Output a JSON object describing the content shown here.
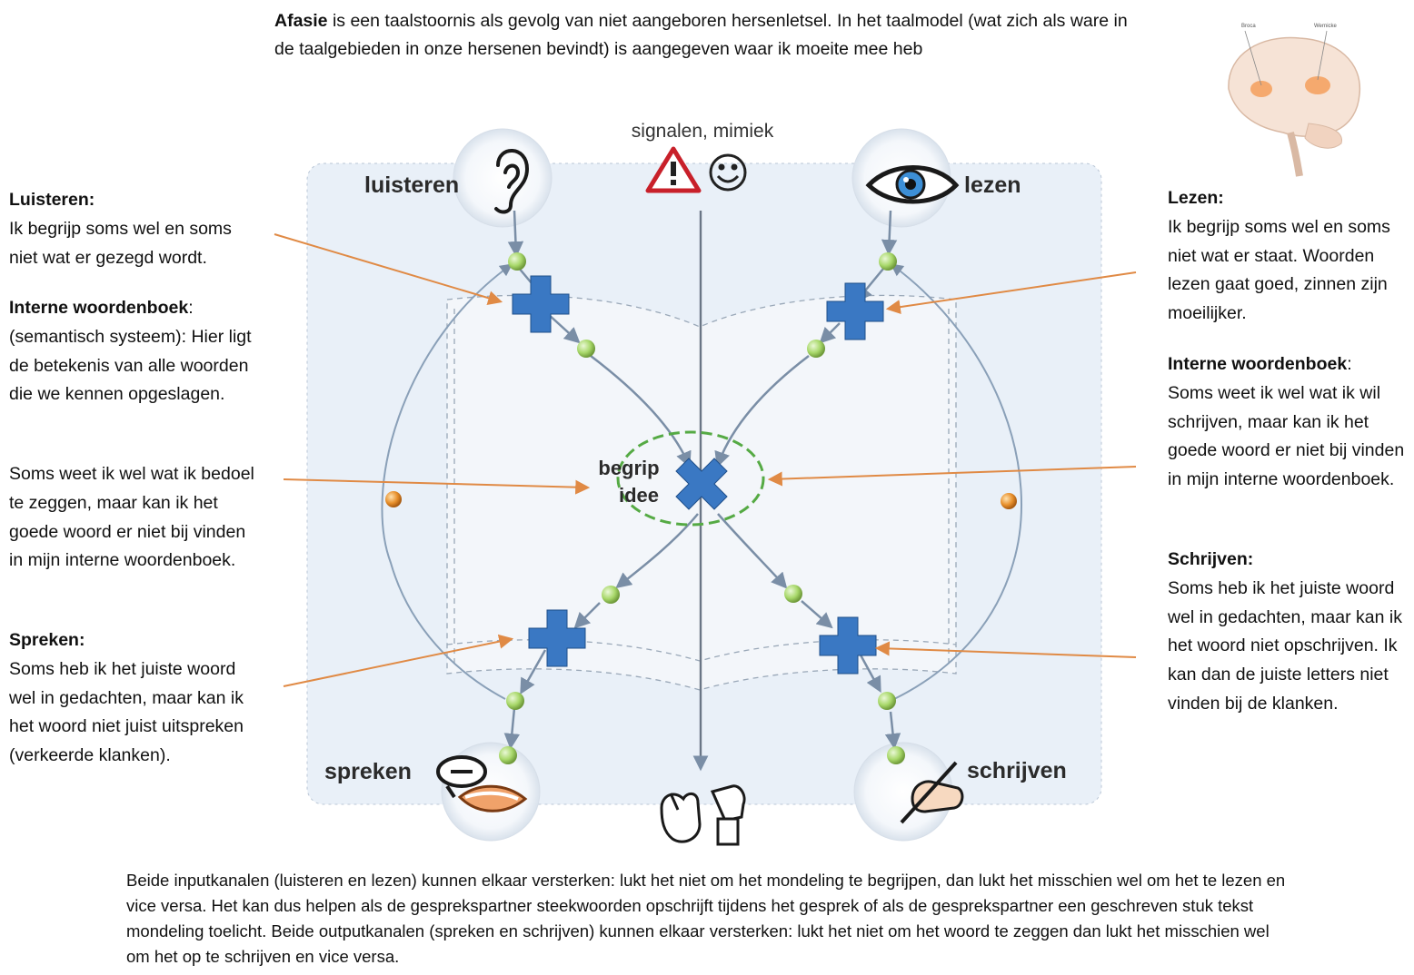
{
  "intro": {
    "term": "Afasie",
    "text": " is een taalstoornis als gevolg van niet aangeboren hersenletsel. In het taalmodel (wat zich als ware in de taalgebieden in onze hersenen bevindt) is aangegeven waar ik moeite mee heb"
  },
  "brain": {
    "label_left": "Broca",
    "label_right": "Wernicke"
  },
  "diagram": {
    "top_label": "signalen, mimiek",
    "node_listen": "luisteren",
    "node_read": "lezen",
    "node_speak": "spreken",
    "node_write": "schrijven",
    "center_line1": "begrip",
    "center_line2": "idee",
    "icons": [
      "ear-icon",
      "eye-icon",
      "warning-triangle-icon",
      "smiley-icon",
      "mouth-icon",
      "writing-hand-icon",
      "gesture-hands-icon"
    ],
    "colors": {
      "cross": "#3a78c3",
      "arrow_orange": "#e08a45",
      "panel": "#e9f0f8",
      "center_ring": "#55aa44",
      "node_green": "#a8d86a",
      "node_orange": "#e8902c"
    }
  },
  "left": {
    "luisteren_title": "Luisteren:",
    "luisteren_text": "Ik begrijp soms wel en soms niet wat er gezegd wordt.",
    "woordenboek_title": "Interne woordenboek",
    "woordenboek_colon": ":",
    "woordenboek_text": "(semantisch systeem): Hier ligt de betekenis van alle woorden die we kennen opgeslagen.",
    "soms_text": "Soms weet ik wel wat ik bedoel te zeggen, maar kan ik het goede woord er niet bij vinden in mijn interne woordenboek.",
    "spreken_title": "Spreken:",
    "spreken_text": "Soms heb ik het juiste woord wel in gedachten, maar kan ik het woord niet juist uitspreken (verkeerde klanken)."
  },
  "right": {
    "lezen_title": "Lezen:",
    "lezen_text": "Ik begrijp soms wel en soms niet wat er staat. Woorden lezen gaat goed, zinnen zijn moeilijker.",
    "woordenboek_title": "Interne woordenboek",
    "woordenboek_colon": ":",
    "woordenboek_text": "Soms weet ik wel wat ik wil schrijven, maar kan ik het goede woord er niet bij vinden in mijn interne woordenboek.",
    "schrijven_title": "Schrijven:",
    "schrijven_text": "Soms heb ik het juiste woord wel in gedachten, maar kan ik het woord niet opschrijven. Ik kan dan de juiste letters niet vinden bij de klanken."
  },
  "bottom": {
    "text": "Beide inputkanalen (luisteren en lezen) kunnen elkaar versterken: lukt het niet om het mondeling te begrijpen, dan lukt het misschien wel om het te lezen en vice versa. Het kan dus helpen als de gesprekspartner steekwoorden opschrijft tijdens het gesprek of als de gesprekspartner een geschreven stuk tekst mondeling toelicht. Beide outputkanalen (spreken en schrijven) kunnen elkaar versterken: lukt het niet om het woord te zeggen dan lukt het misschien wel om het op te schrijven en vice versa."
  }
}
